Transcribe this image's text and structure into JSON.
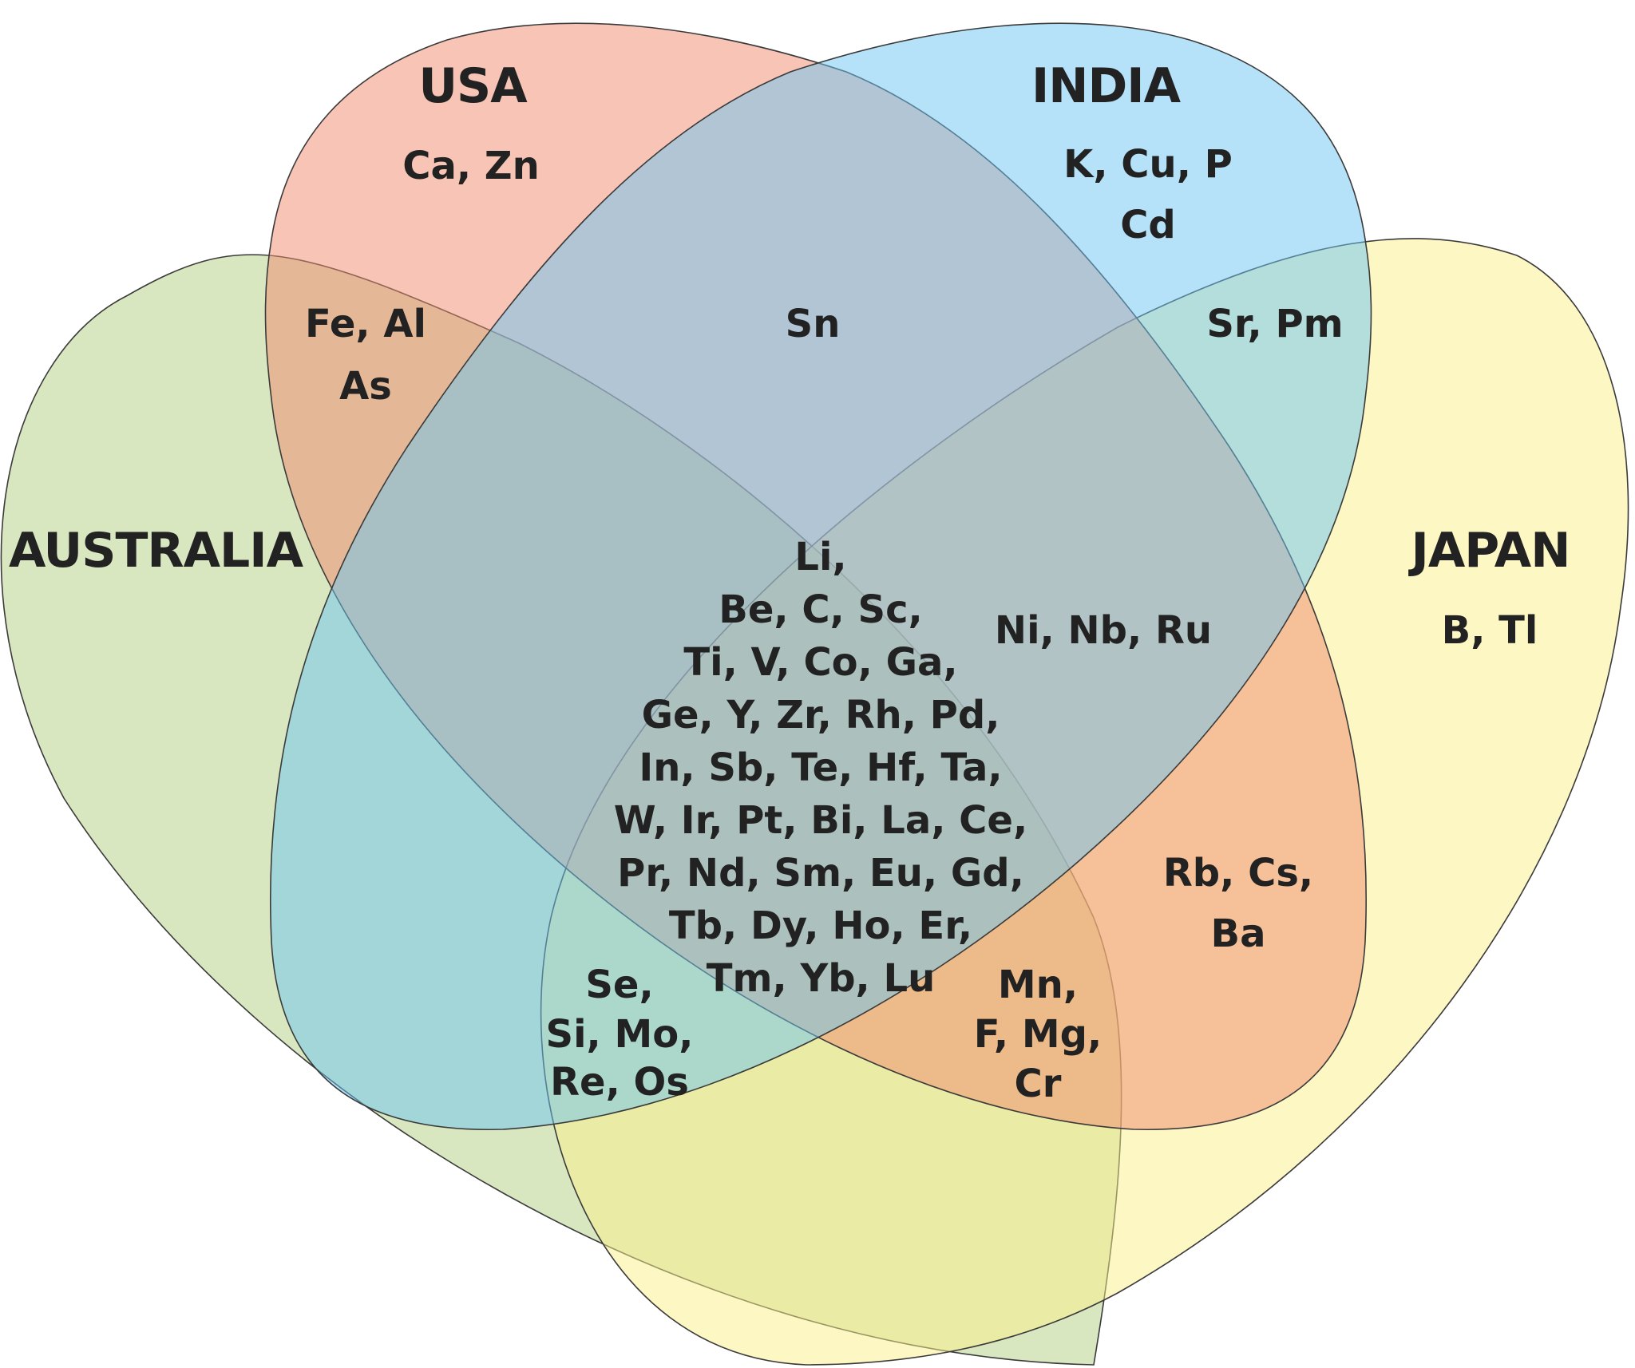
{
  "sets": {
    "usa": {
      "name": "USA",
      "color": "#f08a6e"
    },
    "india": {
      "name": "INDIA",
      "color": "#6cc6f2"
    },
    "australia": {
      "name": "AUSTRALIA",
      "color": "#b9d48c"
    },
    "japan": {
      "name": "JAPAN",
      "color": "#fbf08a"
    }
  },
  "regions": {
    "usa_only": [
      "Ca, Zn"
    ],
    "india_only": [
      "K, Cu, P",
      "Cd"
    ],
    "japan_only": [
      "B, Tl"
    ],
    "usa_india": [
      "Sn"
    ],
    "usa_australia": [
      "Fe, Al",
      "As"
    ],
    "india_japan": [
      "Sr, Pm"
    ],
    "usa_india_japan": [
      "Ni, Nb, Ru"
    ],
    "india_australia_japan": [
      "Rb, Cs,",
      "Ba"
    ],
    "usa_australia_japan": [
      "Se,",
      "Si, Mo,",
      "Re, Os"
    ],
    "india_japan_australia_lower": [
      "Mn,",
      "F, Mg,",
      "Cr"
    ],
    "all_four": [
      "Li,",
      "Be, C, Sc,",
      "Ti, V, Co, Ga,",
      "Ge, Y, Zr, Rh, Pd,",
      "In, Sb, Te, Hf, Ta,",
      "W, Ir, Pt, Bi, La, Ce,",
      "Pr, Nd, Sm, Eu, Gd,",
      "Tb, Dy, Ho, Er,",
      "Tm, Yb, Lu"
    ]
  }
}
